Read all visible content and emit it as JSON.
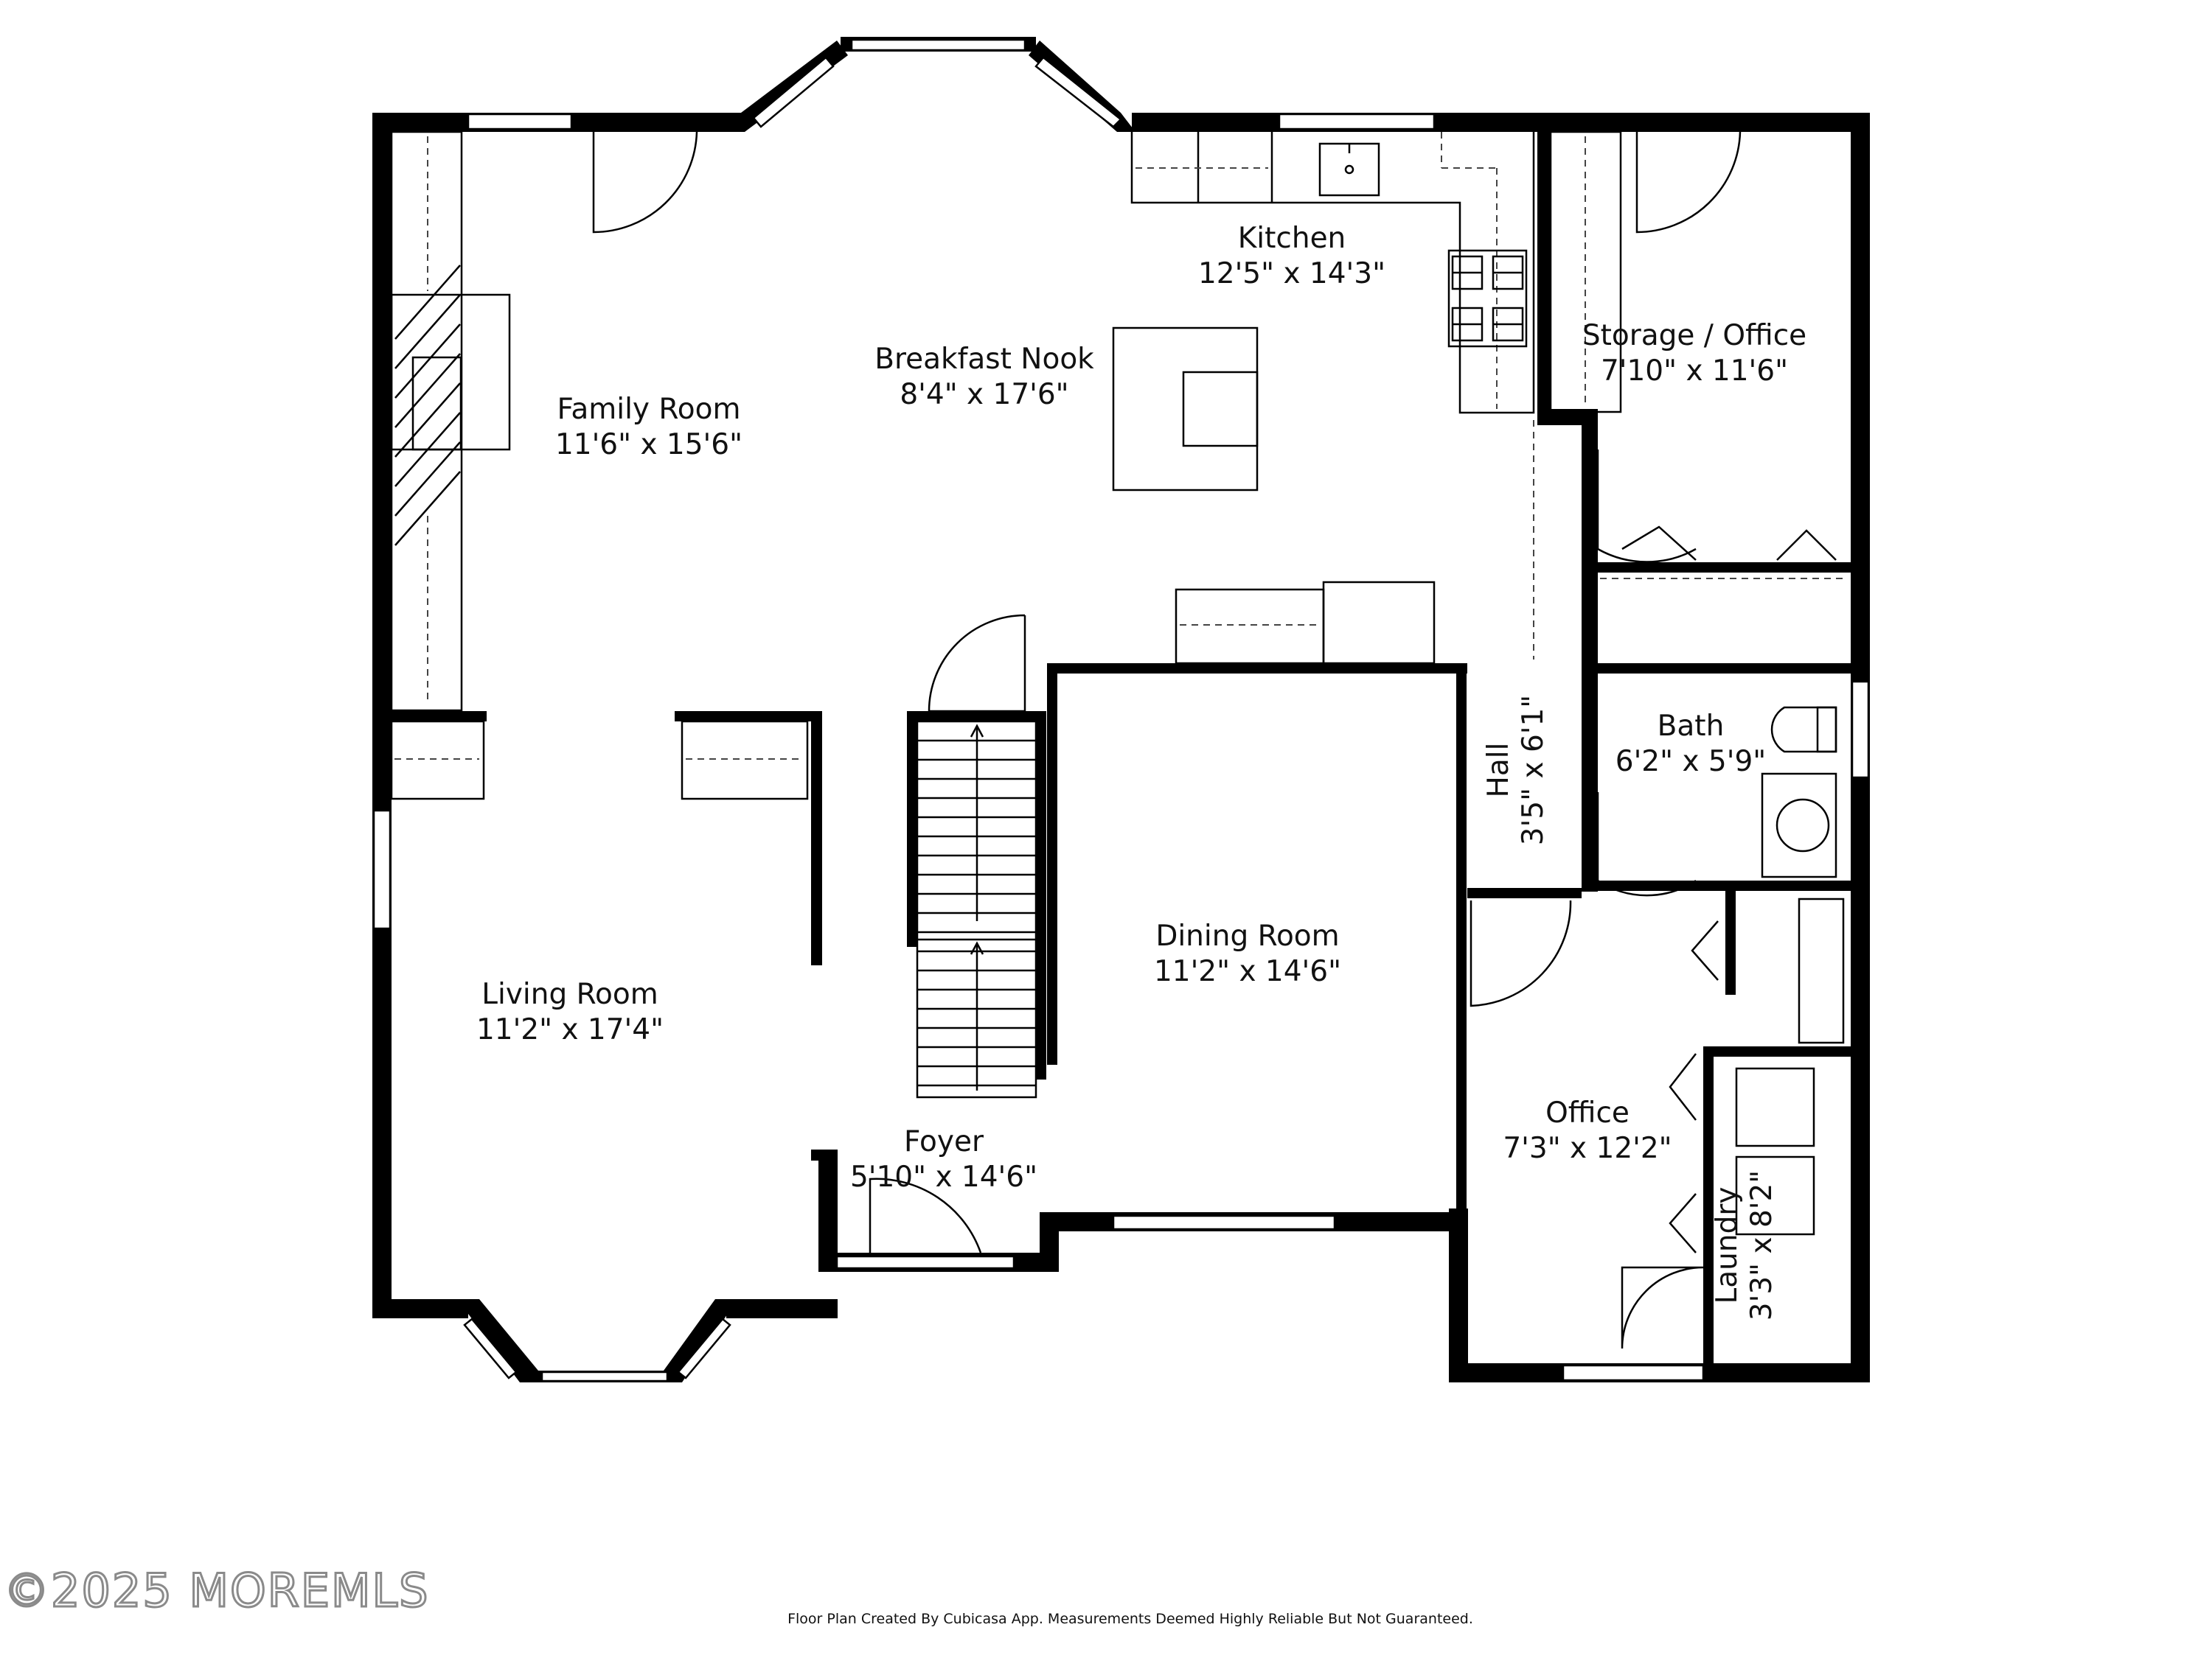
{
  "rooms": {
    "family_room": {
      "name": "Family Room",
      "size": "11'6\" x 15'6\""
    },
    "breakfast_nook": {
      "name": "Breakfast Nook",
      "size": "8'4\" x 17'6\""
    },
    "kitchen": {
      "name": "Kitchen",
      "size": "12'5\" x 14'3\""
    },
    "storage_office": {
      "name": "Storage / Office",
      "size": "7'10\" x 11'6\""
    },
    "bath": {
      "name": "Bath",
      "size": "6'2\" x 5'9\""
    },
    "hall": {
      "name": "Hall",
      "size": "3'5\" x 6'1\""
    },
    "living_room": {
      "name": "Living Room",
      "size": "11'2\" x 17'4\""
    },
    "dining_room": {
      "name": "Dining Room",
      "size": "11'2\" x 14'6\""
    },
    "foyer": {
      "name": "Foyer",
      "size": "5'10\" x 14'6\""
    },
    "office": {
      "name": "Office",
      "size": "7'3\" x 12'2\""
    },
    "laundry": {
      "name": "Laundry",
      "size": "3'3\" x 8'2\""
    }
  },
  "watermark": "©2025 MOREMLS",
  "footer_note": "Floor Plan Created By Cubicasa App. Measurements Deemed Highly Reliable But Not Guaranteed."
}
